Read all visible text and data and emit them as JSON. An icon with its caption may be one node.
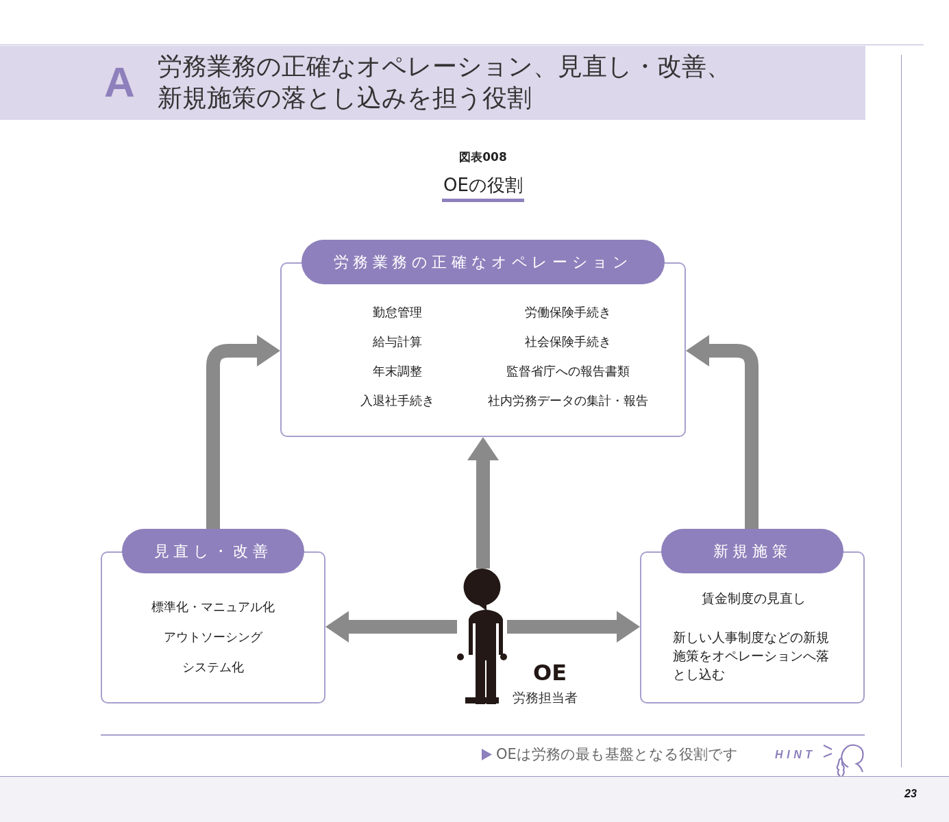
{
  "diagram": {
    "title": "OEの役割",
    "nodes": [
      {
        "text": [
          "労務業務の正確なオペレーション",
          "勤怠管理",
          "労働保険手続き",
          "給与計算",
          "社会保険手続き",
          "年末調整",
          "監督省庁への報告書類",
          "入退社手続き",
          "社内労務データの集計・報告"
        ]
      },
      {
        "text": [
          "見直し・改善",
          "標準化・マニュアル化",
          "アウトソーシング",
          "システム化"
        ]
      },
      {
        "text": [
          "新規施策",
          "賃金制度の見直し",
          "新しい人事制度などの新規施策をオペレーションへ落とし込む"
        ]
      },
      {
        "text": [],
        "shape": "person",
        "beside": [
          "OE",
          "労務担当者"
        ]
      }
    ],
    "edges": [
      {
        "from": 3,
        "to": 0,
        "arrow": "to"
      },
      {
        "from": 3,
        "to": 1,
        "arrow": "to"
      },
      {
        "from": 3,
        "to": 2,
        "arrow": "to"
      },
      {
        "from": 1,
        "to": 0,
        "arrow": "to"
      },
      {
        "from": 2,
        "to": 0,
        "arrow": "to"
      }
    ],
    "labels": [
      "A",
      "労務業務の正確なオペレーション、見直し・改善、新規施策の落とし込みを担う役割",
      "図表008",
      "OEは労務の最も基盤となる役割です",
      "HINT",
      "23"
    ]
  }
}
